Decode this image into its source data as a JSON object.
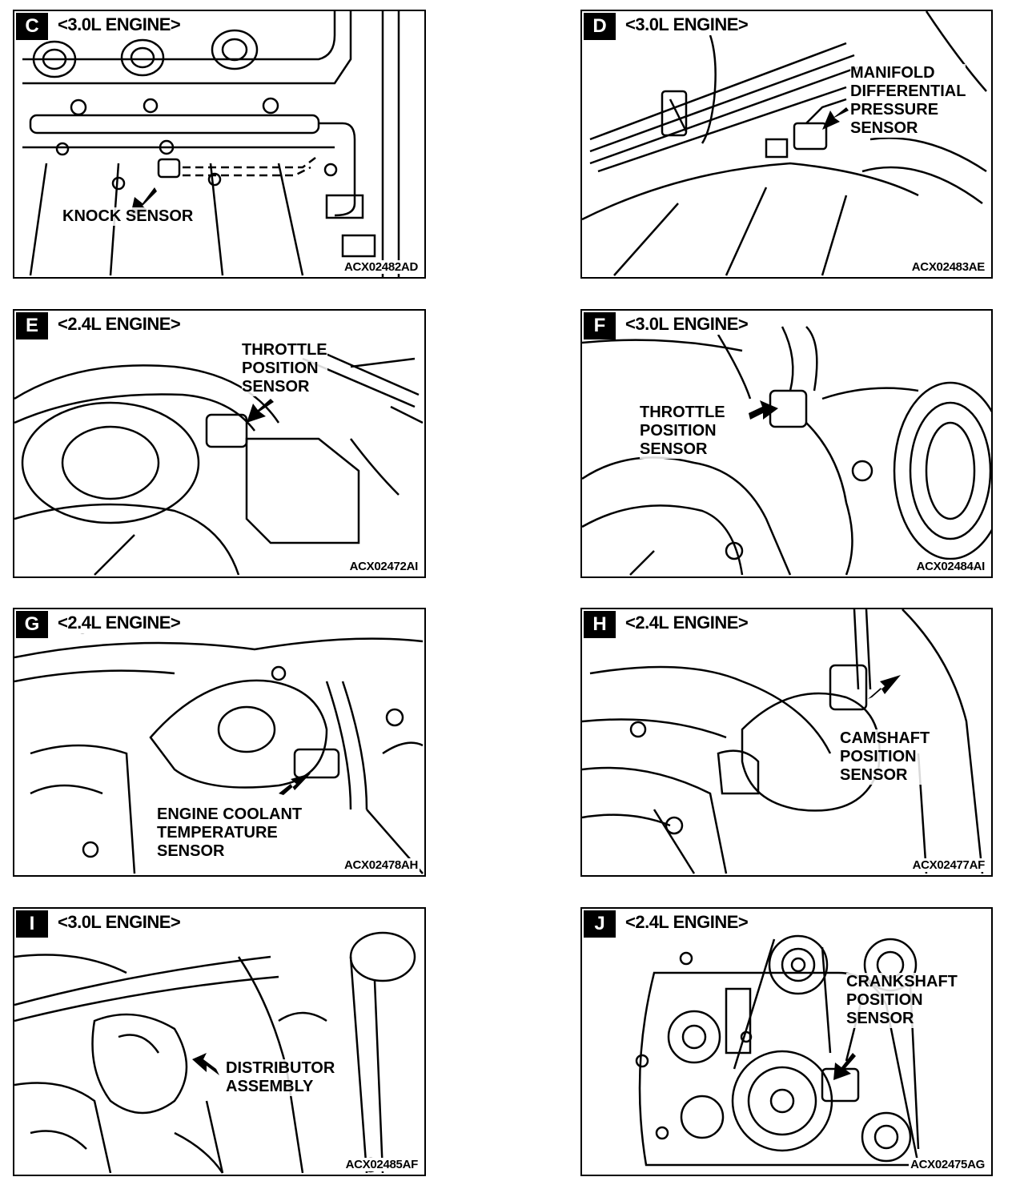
{
  "panels": [
    {
      "letter": "C",
      "engine": "<3.0L ENGINE>",
      "labels": [
        "KNOCK SENSOR"
      ],
      "code": "ACX02482AD"
    },
    {
      "letter": "D",
      "engine": "<3.0L ENGINE>",
      "labels": [
        "MANIFOLD",
        "DIFFERENTIAL",
        "PRESSURE",
        "SENSOR"
      ],
      "code": "ACX02483AE"
    },
    {
      "letter": "E",
      "engine": "<2.4L ENGINE>",
      "labels": [
        "THROTTLE",
        "POSITION",
        "SENSOR"
      ],
      "code": "ACX02472AI"
    },
    {
      "letter": "F",
      "engine": "<3.0L ENGINE>",
      "labels": [
        "THROTTLE",
        "POSITION",
        "SENSOR"
      ],
      "code": "ACX02484AI"
    },
    {
      "letter": "G",
      "engine": "<2.4L ENGINE>",
      "labels": [
        "ENGINE COOLANT",
        "TEMPERATURE",
        "SENSOR"
      ],
      "code": "ACX02478AH"
    },
    {
      "letter": "H",
      "engine": "<2.4L ENGINE>",
      "labels": [
        "CAMSHAFT",
        "POSITION",
        "SENSOR"
      ],
      "code": "ACX02477AF"
    },
    {
      "letter": "I",
      "engine": "<3.0L ENGINE>",
      "labels": [
        "DISTRIBUTOR",
        "ASSEMBLY"
      ],
      "code": "ACX02485AF"
    },
    {
      "letter": "J",
      "engine": "<2.4L ENGINE>",
      "labels": [
        "CRANKSHAFT",
        "POSITION",
        "SENSOR"
      ],
      "code": "ACX02475AG"
    }
  ]
}
